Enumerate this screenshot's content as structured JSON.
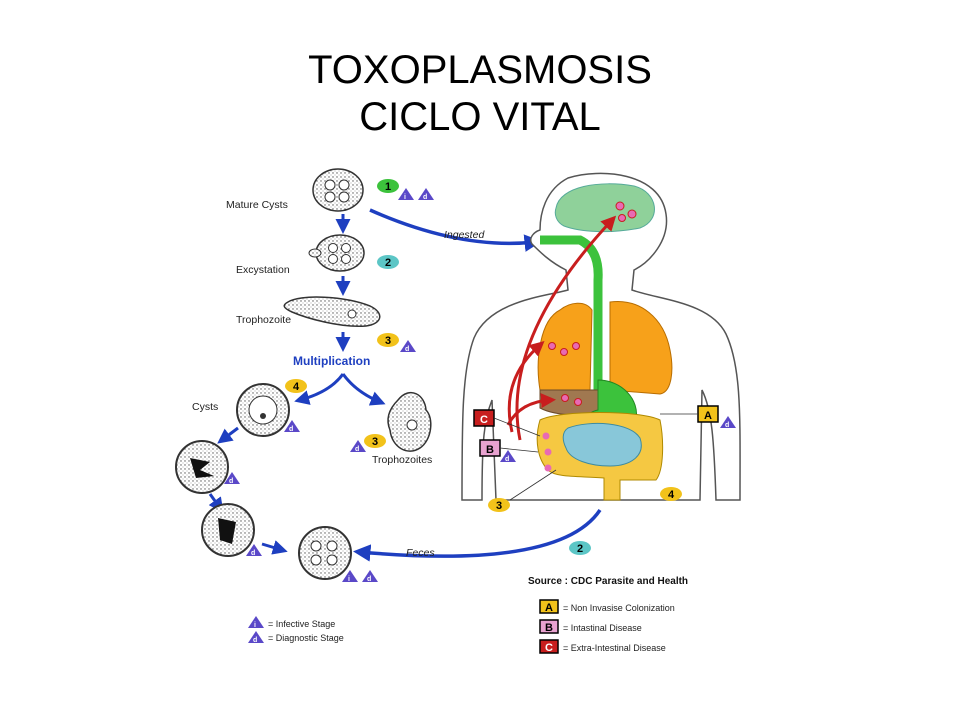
{
  "title": {
    "line1": "TOXOPLASMOSIS",
    "line2": "CICLO VITAL"
  },
  "stages": {
    "mature_cysts": "Mature Cysts",
    "excystation": "Excystation",
    "trophozoite": "Trophozoite",
    "multiplication": "Multiplication",
    "cysts": "Cysts",
    "trophozoites": "Trophozoites"
  },
  "paths": {
    "ingested": "Ingested",
    "feces": "Feces"
  },
  "numbers": {
    "n1": "1",
    "n2": "2",
    "n3": "3",
    "n4": "4",
    "body3": "3",
    "body4": "4",
    "body2": "2"
  },
  "markers": {
    "infective": "i",
    "diagnostic": "d"
  },
  "source": "Source : CDC Parasite and Health",
  "legend": {
    "a_letter": "A",
    "a_text": "= Non Invasise Colonization",
    "b_letter": "B",
    "b_text": "= Intastinal Disease",
    "c_letter": "C",
    "c_text": "= Extra-Intestinal Disease"
  },
  "stage_legend": {
    "infective": "= Infective Stage",
    "diagnostic": "= Diagnostic Stage"
  },
  "colors": {
    "green": "#3cc23c",
    "teal": "#5cc6c6",
    "yellow": "#f2c21a",
    "blue": "#1e3fc0",
    "purple": "#5a48c8",
    "red": "#c81e1e",
    "pink": "#e86ab4",
    "orange": "#f59a1c",
    "lung": "#f7a11a",
    "brain": "#8fd19a",
    "intestine": "#f5c842",
    "small_int": "#88c7d9"
  }
}
